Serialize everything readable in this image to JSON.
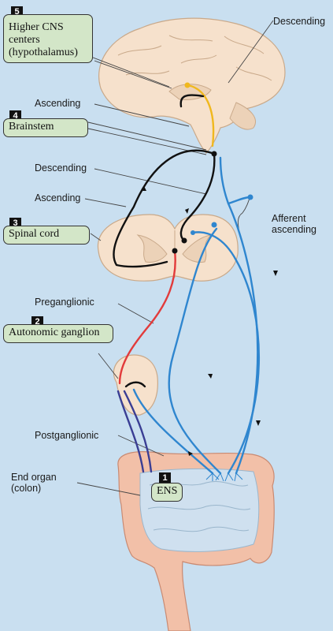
{
  "levels": [
    {
      "number": "5",
      "label": "Higher CNS\ncenters\n(hypothalamus)"
    },
    {
      "number": "4",
      "label": "Brainstem"
    },
    {
      "number": "3",
      "label": "Spinal cord"
    },
    {
      "number": "2",
      "label": "Autonomic ganglion"
    },
    {
      "number": "1",
      "label": "ENS"
    }
  ],
  "annotations": {
    "descending_top": "Descending",
    "ascending_brain": "Ascending",
    "descending_mid": "Descending",
    "ascending_mid": "Ascending",
    "afferent_ascending": "Afferent\nascending",
    "preganglionic": "Preganglionic",
    "postganglionic": "Postganglionic",
    "end_organ": "End organ\n(colon)"
  },
  "colors": {
    "background": "#c9dff0",
    "tissue": "#f6e1cc",
    "colon": "#f2c0a8",
    "intestine": "#cfe0ef",
    "box_fill": "#d3e6c8",
    "descending_pathway": "#111111",
    "higher_center_pathway": "#f0b81e",
    "preganglionic_pathway": "#e23b3b",
    "postganglionic_pathway": "#3a3e94",
    "afferent_pathway": "#2f86cf"
  }
}
